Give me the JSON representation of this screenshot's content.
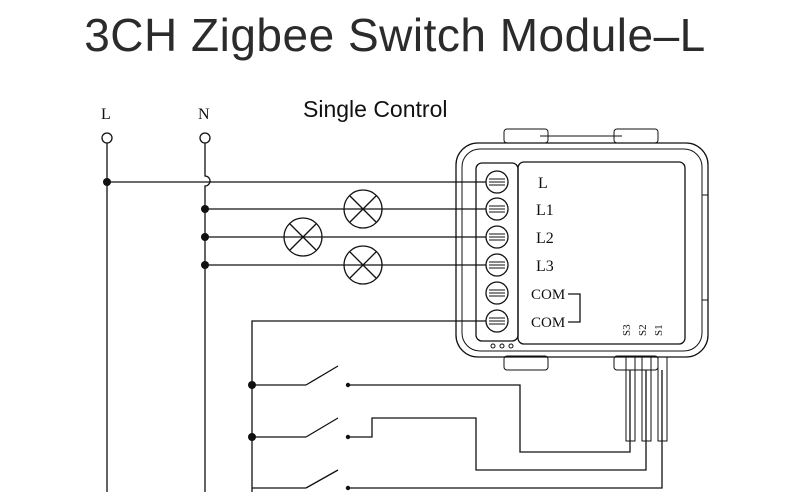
{
  "title": "3CH Zigbee Switch Module–L",
  "subtitle": "Single Control",
  "supply": {
    "line_label": "L",
    "neutral_label": "N"
  },
  "terminals": [
    "L",
    "L1",
    "L2",
    "L3",
    "COM",
    "COM"
  ],
  "switch_inputs": [
    "S3",
    "S2",
    "S1"
  ]
}
